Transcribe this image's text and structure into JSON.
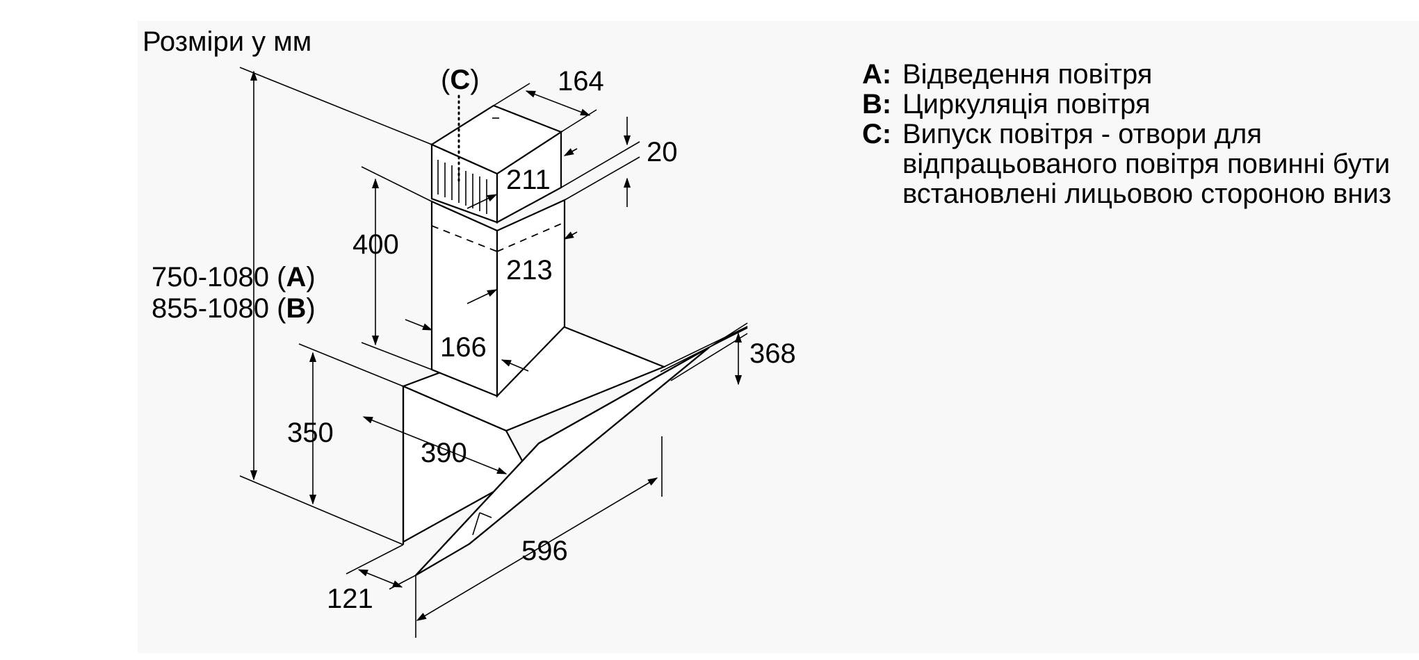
{
  "title": "Розміри у мм",
  "dimensions": {
    "total_height_a": "750-1080 (",
    "total_height_a_key": "A",
    "total_height_b": "855-1080 (",
    "total_height_b_key": "B",
    "close_paren": ")",
    "chimney_top_width": "164",
    "chimney_top_gap": "20",
    "chimney_upper_depth": "211",
    "chimney_height": "400",
    "chimney_lower_depth": "213",
    "chimney_base_width": "166",
    "panel_height": "368",
    "body_height": "350",
    "body_depth": "390",
    "hood_width": "596",
    "front_depth": "121",
    "outlet_open": "(",
    "outlet_key": "C",
    "outlet_close": ")"
  },
  "legend": [
    {
      "key": "A:",
      "text": "Відведення повітря"
    },
    {
      "key": "B:",
      "text": "Циркуляція повітря"
    },
    {
      "key": "C:",
      "text": "Випуск повітря - отвори для відпрацьованого повітря повинні бути встановлені лицьовою стороною вниз"
    }
  ]
}
